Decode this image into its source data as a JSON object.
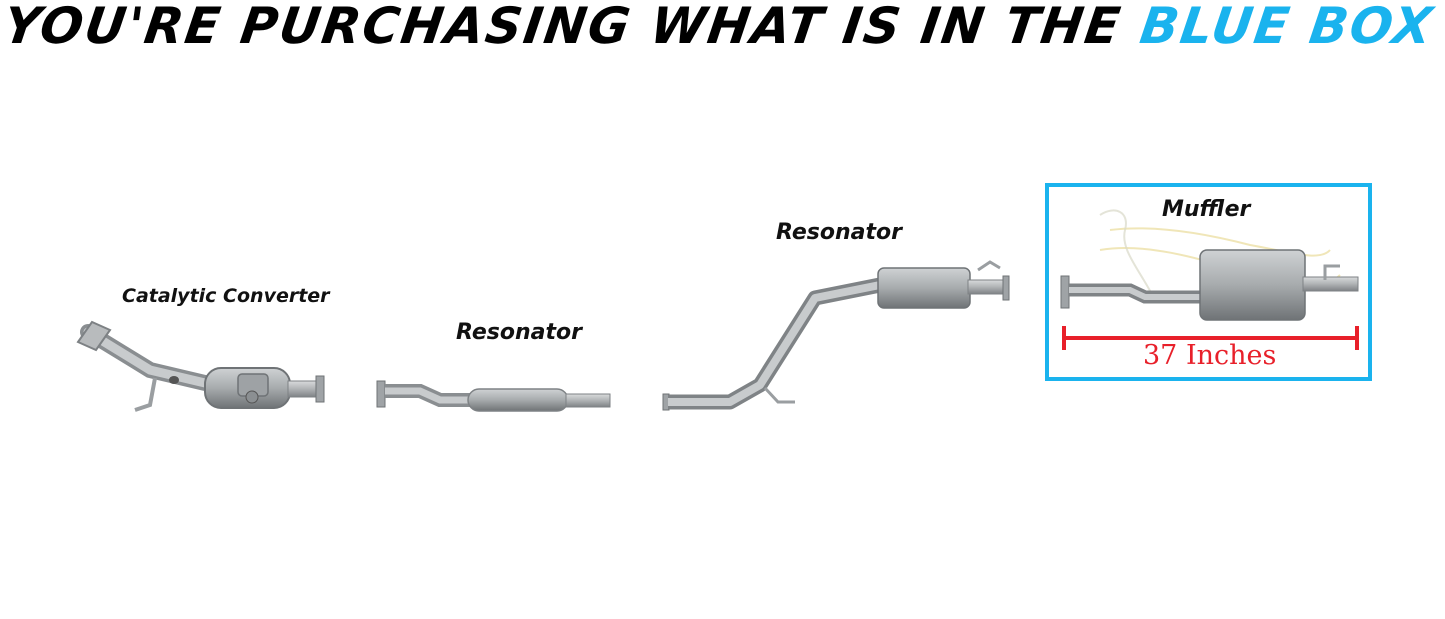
{
  "headline": {
    "prefix": "YOU'RE PURCHASING WHAT IS IN THE ",
    "highlight": "BLUE BOX"
  },
  "labels": {
    "catalytic_converter": "Catalytic Converter",
    "resonator_front": "Resonator",
    "resonator_rear": "Resonator",
    "muffler": "Muffler"
  },
  "dimension": {
    "text": "37 Inches"
  },
  "colors": {
    "accent_blue": "#1ab3ee",
    "dimension_red": "#e8202a",
    "pipe_gray": "#a9acae"
  }
}
